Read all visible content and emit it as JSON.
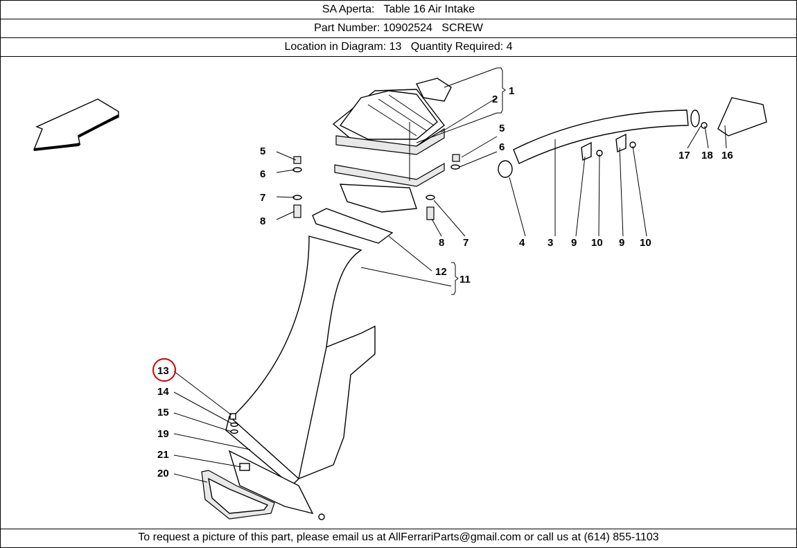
{
  "header": {
    "title_line": "SA Aperta:   Table 16 Air Intake",
    "part_line": "Part Number: 10902524   SCREW",
    "location_line": "Location in Diagram: 13   Quantity Required: 4"
  },
  "diagram": {
    "callouts": {
      "c1": "1",
      "c2": "2",
      "c3": "3",
      "c4": "4",
      "c5a": "5",
      "c5b": "5",
      "c6a": "6",
      "c6b": "6",
      "c7a": "7",
      "c7b": "7",
      "c8a": "8",
      "c8b": "8",
      "c9a": "9",
      "c9b": "9",
      "c10a": "10",
      "c10b": "10",
      "c11": "11",
      "c12": "12",
      "c13": "13",
      "c14": "14",
      "c15": "15",
      "c16": "16",
      "c17": "17",
      "c18": "18",
      "c19": "19",
      "c20": "20",
      "c21": "21"
    },
    "highlight_color": "#cc0000"
  },
  "footer": {
    "text": "To request a picture of this part, please email us at AllFerrariParts@gmail.com or call us at (614) 855-1103"
  }
}
